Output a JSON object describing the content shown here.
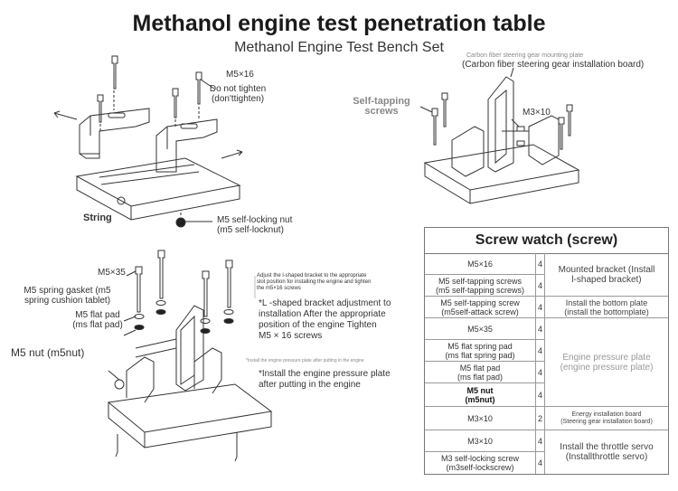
{
  "title": "Methanol engine test penetration table",
  "subtitle": "Methanol Engine Test Bench Set",
  "diagram1": {
    "m5x16": "M5×16",
    "do_not_tighten": "Do not tighten\n(don'ttighten)",
    "string": "String",
    "m5_self_locking_nut": "M5 self-locking nut\n(m5 self-locknut)"
  },
  "diagram2": {
    "carbon_plate_small": "Carbon fiber steering gear mounting plate",
    "carbon_plate": "(Carbon fiber steering gear installation board)",
    "self_tapping": "Self-tapping\nscrews",
    "m3x10": "M3×10"
  },
  "diagram3": {
    "m5x35": "M5×35",
    "spring_gasket": "M5 spring gasket (m5\nspring cushion tablet)",
    "flat_pad": "M5 flat pad\n(ms flat pad)",
    "m5_nut": "M5 nut (m5nut)",
    "note_small": "Adjust the l-shaped bracket to the appropriate\nslot position for installing the engine and tighten\nthe m5×16 screws",
    "note_main": "*L -shaped bracket adjustment to\ninstallation  After the appropriate\nposition of the engine  Tighten\nM5 × 16 screws",
    "note_small2": "*Install the engine pressure plate after putting in the engine",
    "note_main2": "*Install the engine pressure plate\nafter putting in the engine"
  },
  "screw_table": {
    "title": "Screw watch (screw)",
    "rows": [
      {
        "name": "M5×16",
        "qty": "4"
      },
      {
        "name": "M5 self-tapping screws\n(m5 self-tapping screws)",
        "qty": "4"
      },
      {
        "name": "M5 self-tapping screw\n(m5self-attack screw)",
        "qty": "4"
      },
      {
        "name": "M5×35",
        "qty": "4"
      },
      {
        "name": "M5 flat spring pad\n(ms flat spring pad)",
        "qty": "4"
      },
      {
        "name": "M5 flat pad\n(ms flat pad)",
        "qty": "4"
      },
      {
        "name": "M5 nut\n(m5nut)",
        "qty": "4"
      },
      {
        "name": "M3×10",
        "qty": "2"
      },
      {
        "name": "M3×10",
        "qty": "4"
      },
      {
        "name": "M3 self-locking screw\n(m3self-lockscrew)",
        "qty": "4"
      }
    ],
    "groups": [
      {
        "label": "Mounted bracket (Install\nl-shaped bracket)"
      },
      {
        "label": "Install the bottom plate\n(install the bottomplate)"
      },
      {
        "label": "Engine pressure plate\n(engine pressure plate)"
      },
      {
        "label": "Energy installation board\n(Steering gear installation board)"
      },
      {
        "label": "Install the throttle servo\n(Installthrottle servo)"
      }
    ]
  }
}
